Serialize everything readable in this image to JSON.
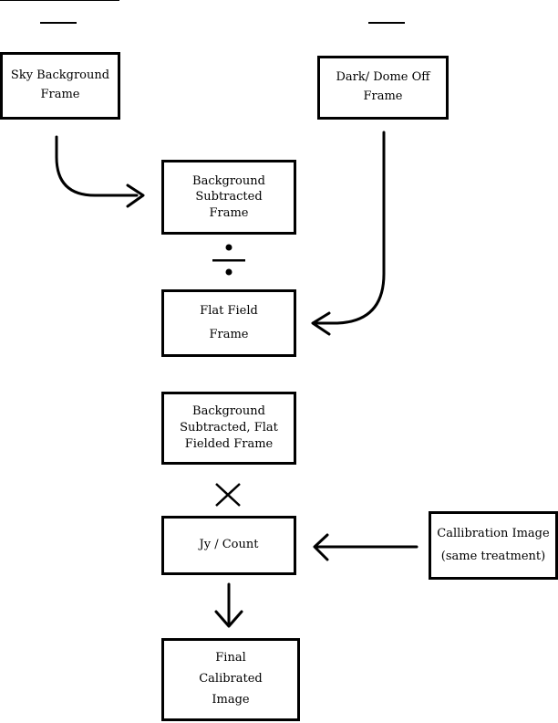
{
  "colors": {
    "stroke": "#000000",
    "background": "#ffffff"
  },
  "nodes": {
    "sky_background": {
      "lines": [
        "Sky Background",
        "Frame"
      ]
    },
    "dark_dome_off": {
      "lines": [
        "Dark/ Dome Off",
        "Frame"
      ]
    },
    "background_subtracted": {
      "lines": [
        "Background",
        "Subtracted",
        "Frame"
      ]
    },
    "flat_field": {
      "lines": [
        "Flat Field",
        "Frame"
      ]
    },
    "bg_sub_flat_fielded": {
      "lines": [
        "Background",
        "Subtracted, Flat",
        "Fielded Frame"
      ]
    },
    "jy_count": {
      "lines": [
        "Jy / Count"
      ]
    },
    "calibration_image": {
      "lines": [
        "Callibration Image",
        "(same treatment)"
      ]
    },
    "final_calibrated": {
      "lines": [
        "Final",
        "Calibrated",
        "Image"
      ]
    }
  },
  "operators": {
    "divide": "divide-icon",
    "multiply": "multiply-icon",
    "minus": "minus-icon"
  }
}
